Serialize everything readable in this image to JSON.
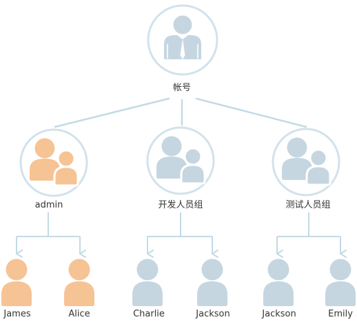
{
  "colors": {
    "blue_fill": "#c5d6e1",
    "blue_ring": "#d2e2eb",
    "line": "#c3dae5",
    "orange_fill": "#f6c394",
    "white": "#ffffff",
    "text": "#333333"
  },
  "root": {
    "label": "帐号",
    "icon": "user-tie-icon"
  },
  "groups": [
    {
      "label": "admin",
      "icon": "user-group-icon",
      "color": "orange",
      "members": [
        {
          "label": "James",
          "icon": "user-icon"
        },
        {
          "label": "Alice",
          "icon": "user-icon"
        }
      ]
    },
    {
      "label": "开发人员组",
      "icon": "user-group-icon",
      "color": "blue",
      "members": [
        {
          "label": "Charlie",
          "icon": "user-icon"
        },
        {
          "label": "Jackson",
          "icon": "user-icon"
        }
      ]
    },
    {
      "label": "测试人员组",
      "icon": "user-group-icon",
      "color": "blue",
      "members": [
        {
          "label": "Jackson",
          "icon": "user-icon"
        },
        {
          "label": "Emily",
          "icon": "user-icon"
        }
      ]
    }
  ]
}
